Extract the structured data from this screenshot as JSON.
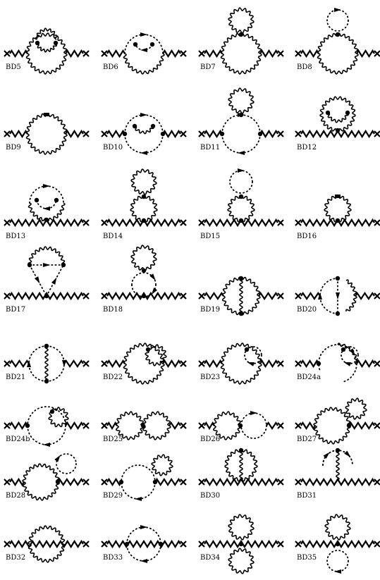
{
  "figure": {
    "labels": [
      "BD5",
      "BD6",
      "BD7",
      "BD8",
      "BD9",
      "BD10",
      "BD11",
      "BD12",
      "BD13",
      "BD14",
      "BD15",
      "BD16",
      "BD17",
      "BD18",
      "BD19",
      "BD20",
      "BD21",
      "BD22",
      "BD23",
      "BD24a",
      "BD24b",
      "BD25",
      "BD26",
      "BD27",
      "BD28",
      "BD29",
      "BD30",
      "BD31",
      "BD32",
      "BD33",
      "BD34",
      "BD35"
    ]
  }
}
